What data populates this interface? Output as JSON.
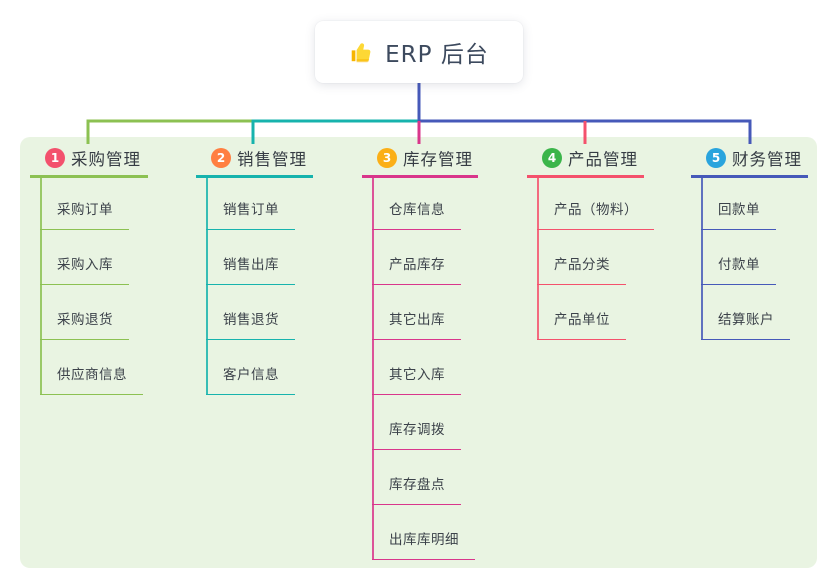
{
  "root": {
    "label": "ERP 后台",
    "icon": "thumbs-up-icon"
  },
  "panel_color": "#e9f4e2",
  "root_line_color": "#4659b9",
  "branches": [
    {
      "badge": "1",
      "label": "采购管理",
      "badge_color": "#f3516d",
      "line_color": "#8cc152",
      "children": [
        "采购订单",
        "采购入库",
        "采购退货",
        "供应商信息"
      ]
    },
    {
      "badge": "2",
      "label": "销售管理",
      "badge_color": "#ff7f41",
      "line_color": "#17b3ad",
      "children": [
        "销售订单",
        "销售出库",
        "销售退货",
        "客户信息"
      ]
    },
    {
      "badge": "3",
      "label": "库存管理",
      "badge_color": "#fbaf17",
      "line_color": "#d9368b",
      "children": [
        "仓库信息",
        "产品库存",
        "其它出库",
        "其它入库",
        "库存调拨",
        "库存盘点",
        "出库库明细"
      ]
    },
    {
      "badge": "4",
      "label": "产品管理",
      "badge_color": "#3bb54a",
      "line_color": "#f4516c",
      "children": [
        "产品（物料）",
        "产品分类",
        "产品单位"
      ]
    },
    {
      "badge": "5",
      "label": "财务管理",
      "badge_color": "#29a4dd",
      "line_color": "#4659b9",
      "children": [
        "回款单",
        "付款单",
        "结算账户"
      ]
    }
  ]
}
